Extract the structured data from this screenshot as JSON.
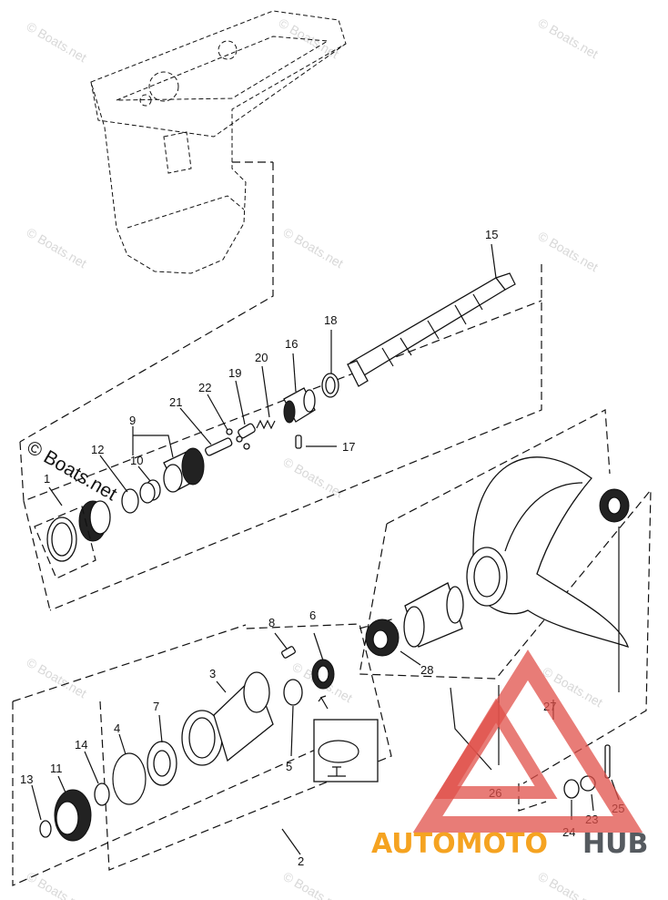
{
  "watermark": {
    "text": "© Boats.net"
  },
  "callouts": [
    {
      "id": "1",
      "text": "1"
    },
    {
      "id": "2",
      "text": "2"
    },
    {
      "id": "3",
      "text": "3"
    },
    {
      "id": "4",
      "text": "4"
    },
    {
      "id": "5",
      "text": "5"
    },
    {
      "id": "6",
      "text": "6"
    },
    {
      "id": "7",
      "text": "7"
    },
    {
      "id": "8",
      "text": "8"
    },
    {
      "id": "9",
      "text": "9"
    },
    {
      "id": "10",
      "text": "10"
    },
    {
      "id": "11",
      "text": "11"
    },
    {
      "id": "12",
      "text": "12"
    },
    {
      "id": "13",
      "text": "13"
    },
    {
      "id": "14",
      "text": "14"
    },
    {
      "id": "15",
      "text": "15"
    },
    {
      "id": "16",
      "text": "16"
    },
    {
      "id": "17",
      "text": "17"
    },
    {
      "id": "18",
      "text": "18"
    },
    {
      "id": "19",
      "text": "19"
    },
    {
      "id": "20",
      "text": "20"
    },
    {
      "id": "21",
      "text": "21"
    },
    {
      "id": "22",
      "text": "22"
    },
    {
      "id": "23",
      "text": "23"
    },
    {
      "id": "24",
      "text": "24"
    },
    {
      "id": "25",
      "text": "25"
    },
    {
      "id": "26",
      "text": "26"
    },
    {
      "id": "27",
      "text": "27"
    },
    {
      "id": "28",
      "text": "28"
    }
  ],
  "logo": {
    "part1": "AUTOMOTO",
    "part2": "HUB",
    "colors": {
      "orange": "#f5a321",
      "gray": "#555a5f",
      "red": "#e0504a"
    }
  }
}
